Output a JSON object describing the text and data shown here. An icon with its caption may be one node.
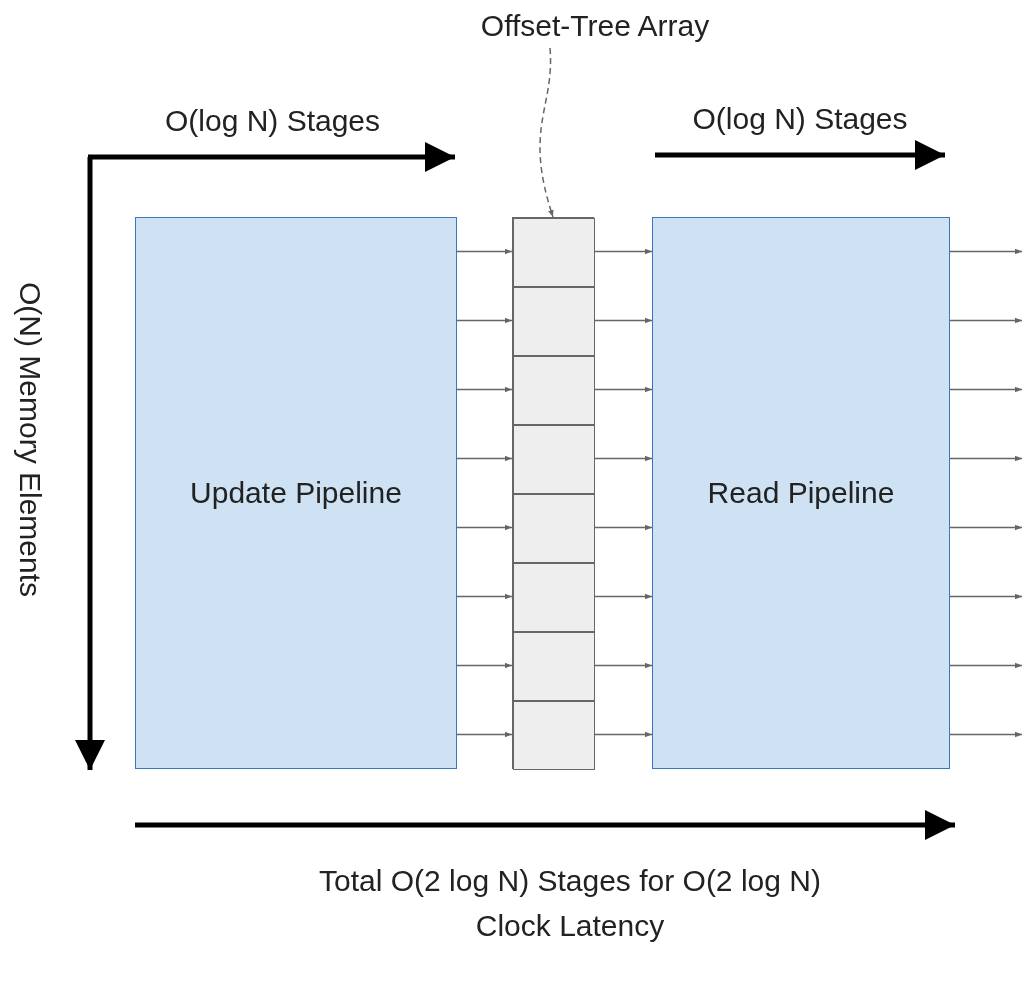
{
  "diagram": {
    "nodes": [
      {
        "text": [
          "Offset-Tree Array"
        ]
      },
      {
        "text": [
          "Update Pipeline"
        ]
      },
      {
        "text": [],
        "shape": "box"
      },
      {
        "text": [],
        "shape": "box",
        "in": 2
      },
      {
        "text": [],
        "shape": "box",
        "in": 2
      },
      {
        "text": [],
        "shape": "box",
        "in": 2
      },
      {
        "text": [],
        "shape": "box",
        "in": 2
      },
      {
        "text": [],
        "shape": "box",
        "in": 2
      },
      {
        "text": [],
        "shape": "box",
        "in": 2
      },
      {
        "text": [],
        "shape": "box",
        "in": 2
      },
      {
        "text": [],
        "shape": "box",
        "in": 2
      },
      {
        "text": [
          "Read Pipeline"
        ]
      }
    ],
    "edges": [
      {
        "from": 0,
        "to": 2,
        "arrow": "to",
        "style": "dashed"
      },
      {
        "from": 1,
        "to": 3,
        "arrow": "to"
      },
      {
        "from": 1,
        "to": 4,
        "arrow": "to"
      },
      {
        "from": 1,
        "to": 5,
        "arrow": "to"
      },
      {
        "from": 1,
        "to": 6,
        "arrow": "to"
      },
      {
        "from": 1,
        "to": 7,
        "arrow": "to"
      },
      {
        "from": 1,
        "to": 8,
        "arrow": "to"
      },
      {
        "from": 1,
        "to": 9,
        "arrow": "to"
      },
      {
        "from": 1,
        "to": 10,
        "arrow": "to"
      },
      {
        "from": 3,
        "to": 11,
        "arrow": "to"
      },
      {
        "from": 4,
        "to": 11,
        "arrow": "to"
      },
      {
        "from": 5,
        "to": 11,
        "arrow": "to"
      },
      {
        "from": 6,
        "to": 11,
        "arrow": "to"
      },
      {
        "from": 7,
        "to": 11,
        "arrow": "to"
      },
      {
        "from": 8,
        "to": 11,
        "arrow": "to"
      },
      {
        "from": 9,
        "to": 11,
        "arrow": "to"
      },
      {
        "from": 10,
        "to": 11,
        "arrow": "to"
      },
      {
        "from": 11,
        "to": null,
        "arrow": "to"
      },
      {
        "from": 11,
        "to": null,
        "arrow": "to"
      },
      {
        "from": 11,
        "to": null,
        "arrow": "to"
      },
      {
        "from": 11,
        "to": null,
        "arrow": "to"
      },
      {
        "from": 11,
        "to": null,
        "arrow": "to"
      },
      {
        "from": 11,
        "to": null,
        "arrow": "to"
      },
      {
        "from": 11,
        "to": null,
        "arrow": "to"
      },
      {
        "from": 11,
        "to": null,
        "arrow": "to"
      }
    ],
    "labels": [
      "O(log N) Stages",
      "O(log N) Stages",
      "O(N) Memory Elements",
      "Total O(2 log N) Stages for O(2 log N) Clock Latency"
    ]
  }
}
